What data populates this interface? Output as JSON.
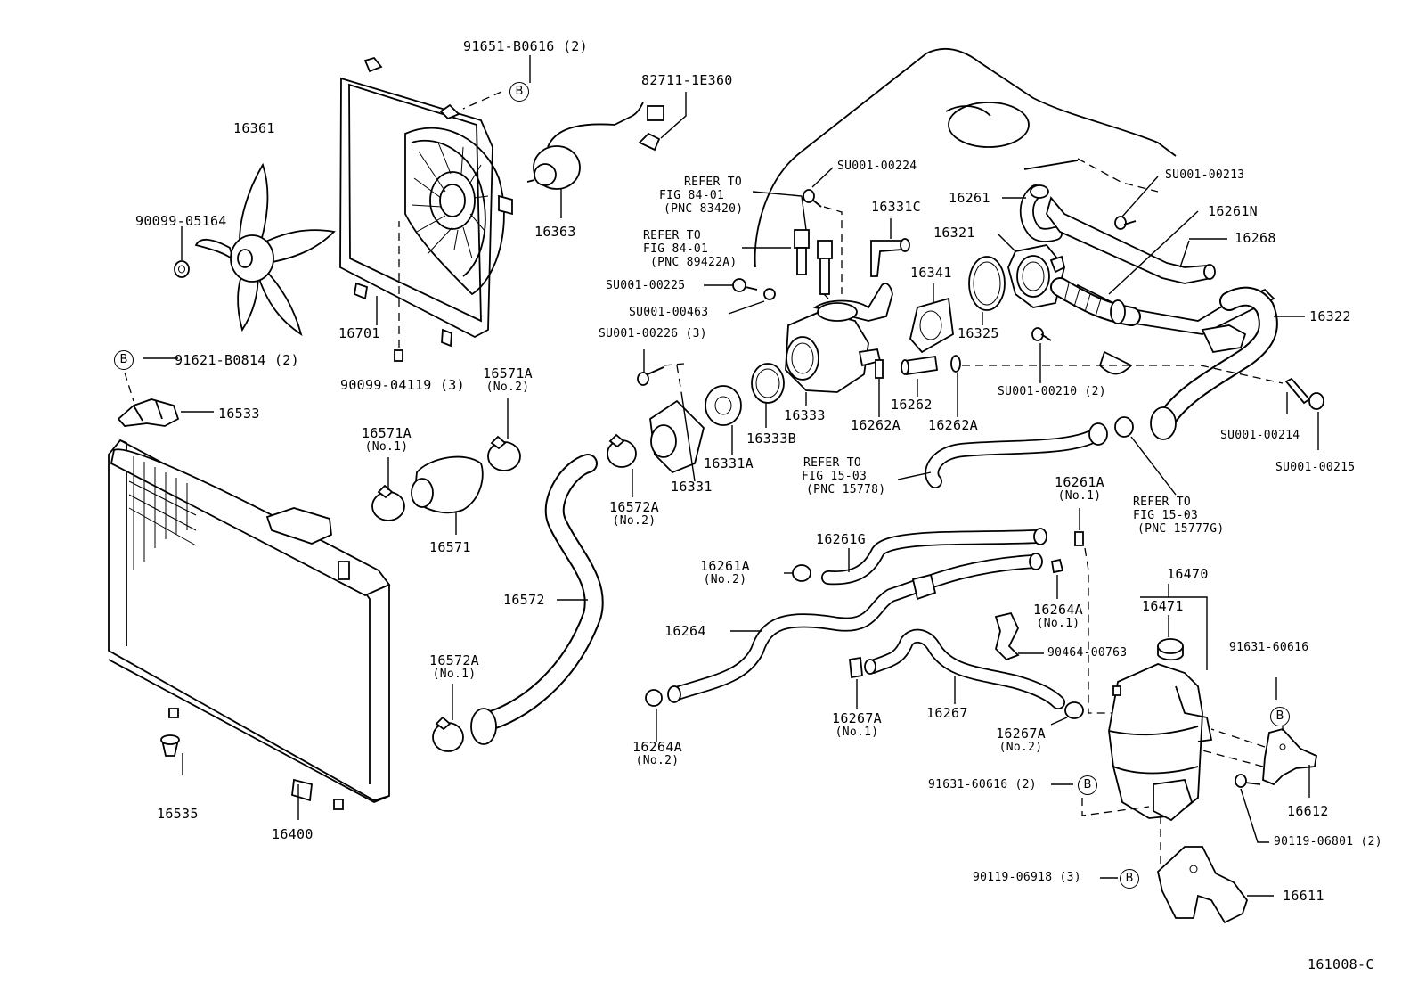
{
  "diagram": {
    "figure_number": "161008-C",
    "part_labels": {
      "p16361": "16361",
      "p90099_05164": "90099-05164",
      "p91651": "91651-B0616 (2)",
      "p82711": "82711-1E360",
      "p16363": "16363",
      "p16701": "16701",
      "p90099_04119": "90099-04119 (3)",
      "p91621": "91621-B0814 (2)",
      "p16533": "16533",
      "p16571A_no1": "16571A",
      "p16571A_no1_sub": "(No.1)",
      "p16571A_no2": "16571A",
      "p16571A_no2_sub": "(No.2)",
      "p16571": "16571",
      "p16572": "16572",
      "p16572A_no1": "16572A",
      "p16572A_no1_sub": "(No.1)",
      "p16572A_no2": "16572A",
      "p16572A_no2_sub": "(No.2)",
      "p16535": "16535",
      "p16400": "16400",
      "refer1_a": "REFER TO",
      "refer1_b": "FIG 84-01",
      "refer1_c": "(PNC 83420)",
      "refer2_a": "REFER TO",
      "refer2_b": "FIG 84-01",
      "refer2_c": "(PNC 89422A)",
      "pSU224": "SU001-00224",
      "pSU225": "SU001-00225",
      "pSU463": "SU001-00463",
      "pSU226": "SU001-00226 (3)",
      "p16331C": "16331C",
      "p16341": "16341",
      "p16325": "16325",
      "p16333": "16333",
      "p16333B": "16333B",
      "p16331A": "16331A",
      "p16331": "16331",
      "p16262": "16262",
      "p16262A_a": "16262A",
      "p16262A_b": "16262A",
      "p16261": "16261",
      "p16321": "16321",
      "pSU213": "SU001-00213",
      "p16261N": "16261N",
      "p16268": "16268",
      "p16322": "16322",
      "pSU210": "SU001-00210 (2)",
      "pSU214": "SU001-00214",
      "pSU215": "SU001-00215",
      "refer3_a": "REFER TO",
      "refer3_b": "FIG 15-03",
      "refer3_c": "(PNC 15778)",
      "refer4_a": "REFER TO",
      "refer4_b": "FIG 15-03",
      "refer4_c": "(PNC 15777G)",
      "p16261A_no1": "16261A",
      "p16261A_no1_sub": "(No.1)",
      "p16261G": "16261G",
      "p16261A_no2": "16261A",
      "p16261A_no2_sub": "(No.2)",
      "p16264A_no1": "16264A",
      "p16264A_no1_sub": "(No.1)",
      "p16264": "16264",
      "p90464": "90464-00763",
      "p16470": "16470",
      "p16471": "16471",
      "p91631_a": "91631-60616",
      "p16267": "16267",
      "p16267A_no1": "16267A",
      "p16267A_no1_sub": "(No.1)",
      "p16267A_no2": "16267A",
      "p16267A_no2_sub": "(No.2)",
      "p16264A_no2": "16264A",
      "p16264A_no2_sub": "(No.2)",
      "p91631_b": "91631-60616 (2)",
      "p16612": "16612",
      "p90119_06801": "90119-06801 (2)",
      "p90119_06918": "90119-06918 (3)",
      "p16611": "16611"
    },
    "marker_letter": "B"
  }
}
